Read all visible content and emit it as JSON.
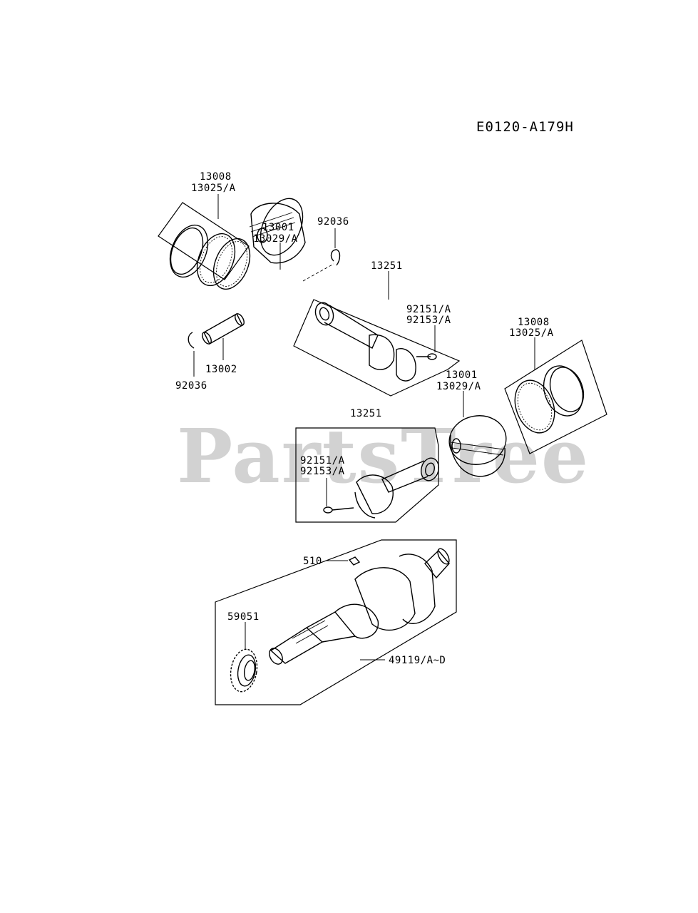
{
  "diagram_code": "E0120-A179H",
  "watermark": "PartsTree",
  "labels": {
    "rings_left_1": "13008",
    "rings_left_2": "13025/A",
    "piston_left_1": "13001",
    "piston_left_2": "13029/A",
    "clip_top": "92036",
    "rod_top": "13251",
    "bolt_top_1": "92151/A",
    "bolt_top_2": "92153/A",
    "pin": "13002",
    "clip_bottom": "92036",
    "rings_right_1": "13008",
    "rings_right_2": "13025/A",
    "piston_right_1": "13001",
    "piston_right_2": "13029/A",
    "rod_bottom": "13251",
    "bolt_bottom_1": "92151/A",
    "bolt_bottom_2": "92153/A",
    "key": "510",
    "gear": "59051",
    "crankshaft": "49119/A~D"
  }
}
